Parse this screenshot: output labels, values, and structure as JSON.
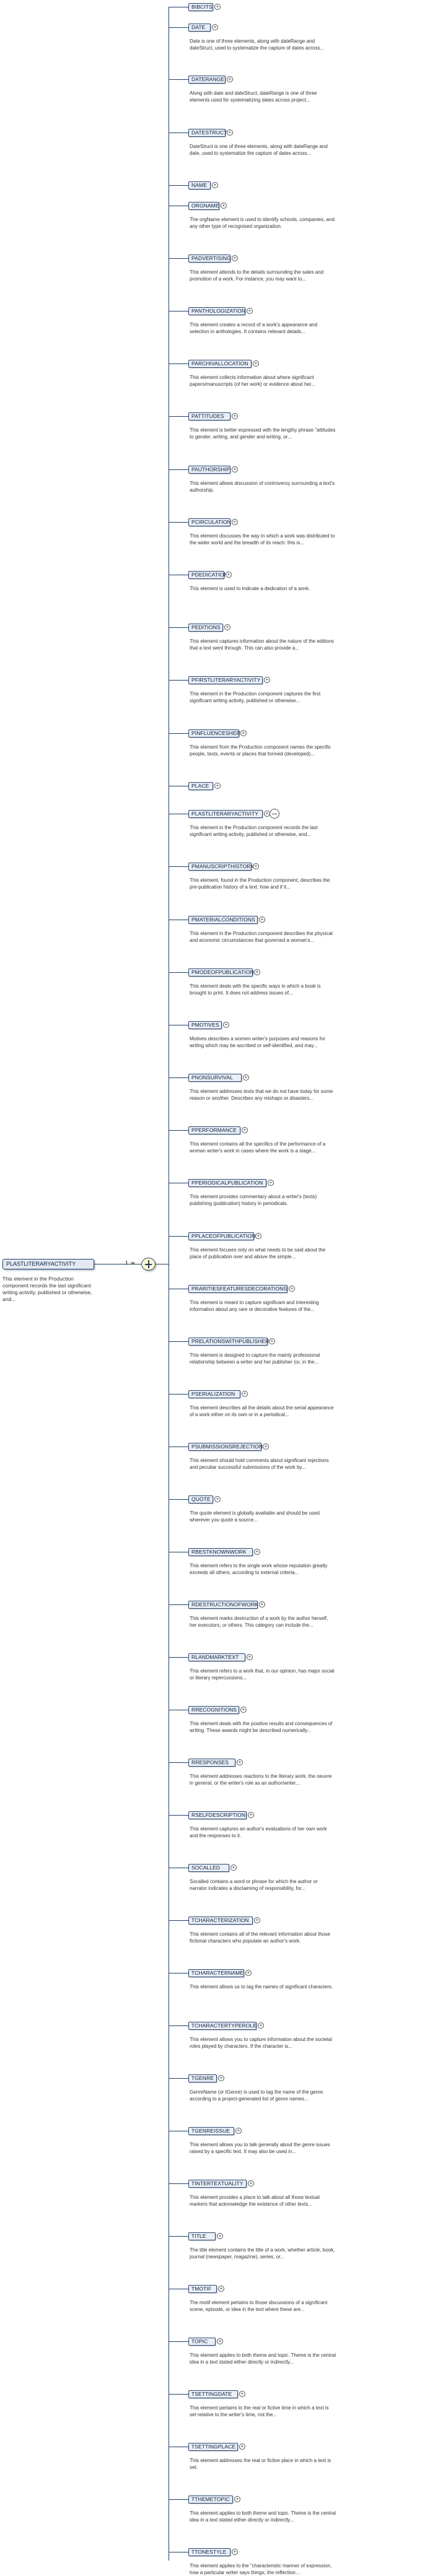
{
  "root": {
    "label": "PLASTLITERARYACTIVITY",
    "description": "This element in the Production component records the last significant writing activity, published or otherwise, and...",
    "repetition": "1..∞"
  },
  "elements": [
    {
      "name": "BIBCITS",
      "desc": ""
    },
    {
      "name": "DATE",
      "desc": "Date is one of three elements, along with dateRange and dateStruct, used to systematize the capture of dates across..."
    },
    {
      "name": "DATERANGE",
      "desc": "Along with date and dateStruct, dateRange is one of three elements used for systematizing dates across project..."
    },
    {
      "name": "DATESTRUCT",
      "desc": "DateStruct is one of three elements, along with dateRange and date, used to systematize the capture of dates across..."
    },
    {
      "name": "NAME",
      "desc": ""
    },
    {
      "name": "ORGNAME",
      "desc": "The orgName element is used to identify schools, companies, and any other type of recognised organization."
    },
    {
      "name": "PADVERTISING",
      "desc": "This element attends to the details surrounding the sales and promotion of a work. For instance, you may want to..."
    },
    {
      "name": "PANTHOLOGIZATION",
      "desc": "This element creates a record of a work's appearance and selection in anthologies. It contains relevant details..."
    },
    {
      "name": "PARCHIVALLOCATION",
      "desc": "This element collects information about where significant papers/manuscripts (of her work) or evidence about her..."
    },
    {
      "name": "PATTITUDES",
      "desc": "This element is better expressed with the lengthy phrase \"attitudes to gender, writing, and gender and writing, or..."
    },
    {
      "name": "PAUTHORSHIP",
      "desc": "This element allows discussion of controversy surrounding a text's authorship."
    },
    {
      "name": "PCIRCULATION",
      "desc": "This element discusses the way in which a work was distributed to the wider world and the breadth of its reach: this is..."
    },
    {
      "name": "PDEDICATION",
      "desc": "This element is used to indicate a dedication of a work."
    },
    {
      "name": "PEDITIONS",
      "desc": "This element captures information about the nature of the editions that a text went through. This can also provide a..."
    },
    {
      "name": "PFIRSTLITERARYACTIVITY",
      "desc": "This element in the Production component captures the first significant writing activity, published or otherwise..."
    },
    {
      "name": "PINFLUENCESHER",
      "desc": "This element from the Production component names the specific people, texts, events or places that formed (developed)..."
    },
    {
      "name": "PLACE",
      "desc": ""
    },
    {
      "name": "PLASTLITERARYACTIVITY",
      "desc": "This element in the Production component records the last significant writing activity, published or otherwise, and..."
    },
    {
      "name": "PMANUSCRIPTHISTORY",
      "desc": "This element, found in the Production component, describes the pre-publication history of a text: how and if it..."
    },
    {
      "name": "PMATERIALCONDITIONS",
      "desc": "This element in the Production component describes the physical and economic circumstances that governed a woman's..."
    },
    {
      "name": "PMODEOFPUBLICATION",
      "desc": "This element deals with the specific ways in which a book is brought to print. It does not address issues of..."
    },
    {
      "name": "PMOTIVES",
      "desc": "Motives describes a women writer's purposes and reasons for writing which may be ascribed or self-identified, and may..."
    },
    {
      "name": "PNONSURVIVAL",
      "desc": "This element addresses texts that we do not have today for some reason or another. Describes any mishaps or disasters..."
    },
    {
      "name": "PPERFORMANCE",
      "desc": "This element contains all the specifics of the performance of a woman writer's work in cases where the work is a stage..."
    },
    {
      "name": "PPERIODICALPUBLICATION",
      "desc": "This element provides commentary about a writer's (texts) publishing (publication) history in periodicals."
    },
    {
      "name": "PPLACEOFPUBLICATION",
      "desc": "This element focuses only on what needs to be said about the place of publication over and above the simple..."
    },
    {
      "name": "PRARITIESFEATURESDECORATIONS",
      "desc": "This element is meant to capture significant and interesting information about any rare or decorative features of the..."
    },
    {
      "name": "PRELATIONSWITHPUBLISHER",
      "desc": "This element is designed to capture the mainly professional relationship between a writer and her publisher (or, in the..."
    },
    {
      "name": "PSERIALIZATION",
      "desc": "This element describes all the details about the serial appearance of a work either on its own or in a periodical..."
    },
    {
      "name": "PSUBMISSIONSREJECTIONS",
      "desc": "This element should hold comments about significant rejections and peculiar successful submissions of the work by..."
    },
    {
      "name": "QUOTE",
      "desc": "The quote element is globally available and should be used wherever you quote a source..."
    },
    {
      "name": "RBESTKNOWNWORK",
      "desc": "This element refers to the single work whose reputation greatly exceeds all others, according to external criteria..."
    },
    {
      "name": "RDESTRUCTIONOFWORK",
      "desc": "This element marks destruction of a work by the author herself, her executors, or others. This category can include the..."
    },
    {
      "name": "RLANDMARKTEXT",
      "desc": "This element refers to a work that, in our opinion, has major social or literary repercussions..."
    },
    {
      "name": "RRECOGNITIONS",
      "desc": "This element deals with the positive results and consequences of writing. These awards might be described numerically..."
    },
    {
      "name": "RRESPONSES",
      "desc": "This element addresses reactions to the literary work, the oeuvre in general, or the writer's role as an author/writer..."
    },
    {
      "name": "RSELFDESCRIPTION",
      "desc": "This element captures an author's evaluations of her own work and the responses to it."
    },
    {
      "name": "SOCALLED",
      "desc": "Socalled contains a word or phrase for which the author or narrator indicates a disclaiming of responsibility, for..."
    },
    {
      "name": "TCHARACTERIZATION",
      "desc": "This element contains all of the relevant information about those fictional characters who populate an author's work."
    },
    {
      "name": "TCHARACTERNAME",
      "desc": "This element allows us to tag the names of significant characters."
    },
    {
      "name": "TCHARACTERTYPEROLE",
      "desc": "This element allows you to capture information about the societal roles played by characters. If the character is..."
    },
    {
      "name": "TGENRE",
      "desc": "GenreName (or tGenre) is used to tag the name of the genre according to a project-generated list of genre names..."
    },
    {
      "name": "TGENREISSUE",
      "desc": "This element allows you to talk generally about the genre issues raised by a specific text. It may also be used in..."
    },
    {
      "name": "TINTERTEXTUALITY",
      "desc": "This element provides a place to talk about all those textual markers that acknowledge the existence of other texts..."
    },
    {
      "name": "TITLE",
      "desc": "The title element contains the title of a work, whether article, book, journal (newspaper, magazine), series, or..."
    },
    {
      "name": "TMOTIF",
      "desc": "The motif element pertains to those discussions of a significant scene, episode, or idea in the text where these are..."
    },
    {
      "name": "TOPIC",
      "desc": "This element applies to both theme and topic. Theme is the central idea in a text stated either directly or indirectly..."
    },
    {
      "name": "TSETTINGDATE",
      "desc": "This element pertains to the real or fictive time in which a text is set relative to the writer's time, not the..."
    },
    {
      "name": "TSETTINGPLACE",
      "desc": "This element addresses the real or fictive place in which a text is set."
    },
    {
      "name": "TTHEMETOPIC",
      "desc": "This element applies to both theme and topic. Theme is the central idea in a text stated either directly or indirectly..."
    },
    {
      "name": "TTONESTYLE",
      "desc": "This element applies to the \"characteristic manner of expression, how a particular writer says things; the reflection..."
    }
  ]
}
